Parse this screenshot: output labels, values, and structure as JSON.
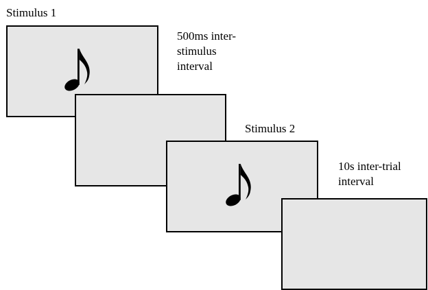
{
  "colors": {
    "screen_fill": "#e6e6e6",
    "outline": "#000000",
    "background": "#ffffff"
  },
  "labels": {
    "stimulus_1": "Stimulus 1",
    "isi": [
      "500ms inter-",
      "stimulus",
      "interval"
    ],
    "stimulus_2": "Stimulus 2",
    "iti": [
      "10s inter-trial",
      "interval"
    ]
  },
  "screens": [
    {
      "name": "stimulus-1-screen",
      "content": "eighth-note-icon"
    },
    {
      "name": "inter-stimulus-interval-screen",
      "content": "blank"
    },
    {
      "name": "stimulus-2-screen",
      "content": "eighth-note-icon"
    },
    {
      "name": "inter-trial-interval-screen",
      "content": "blank"
    }
  ]
}
